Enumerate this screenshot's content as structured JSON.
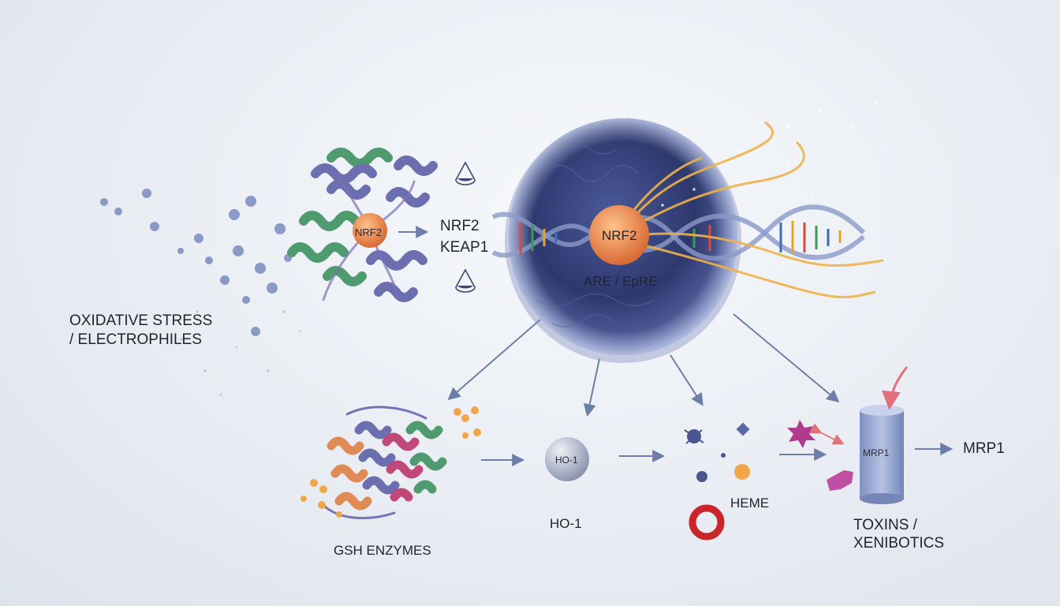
{
  "labels": {
    "oxidative_1": "OXIDATIVE STRESS",
    "oxidative_2": "/ ELECTROPHILES",
    "nrf2_center": "NRF2",
    "nrf2_side": "NRF2",
    "keap1": "KEAP1",
    "nrf2_nucleus": "NRF2",
    "are": "ARE / EpRE",
    "ho1_inner": "HO-1",
    "ho1": "HO-1",
    "gsh": "GSH ENZYMES",
    "heme": "HEME",
    "mrp1_inner": "MRP1",
    "mrp1": "MRP1",
    "toxins_1": "TOXINS /",
    "toxins_2": "XENIBOTICS"
  },
  "colors": {
    "helix_purple": "#6b6fb0",
    "helix_green": "#4f9a6e",
    "nrf2_orange": "#e79a5a",
    "nucleus_dark": "#2f3a6e",
    "arrow": "#6d7fa8",
    "heme_red": "#c8262a",
    "toxin_magenta": "#b03b8e",
    "strand_gold": "#f0b24a"
  }
}
